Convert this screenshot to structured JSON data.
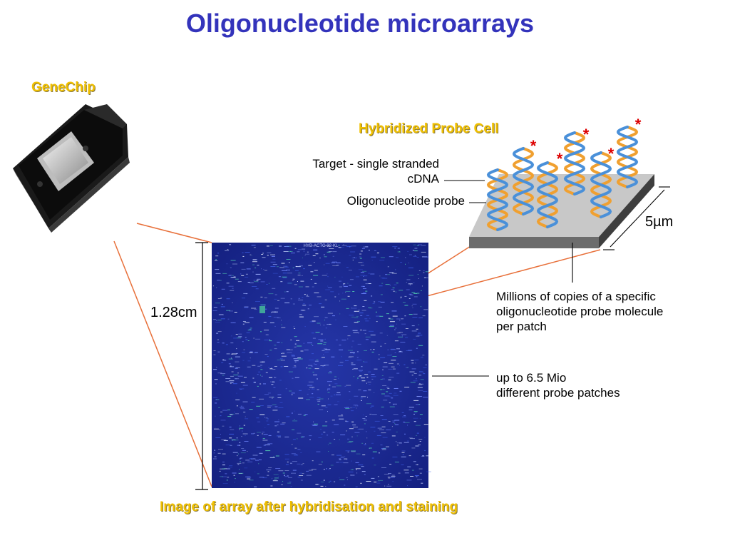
{
  "title": "Oligonucleotide microarrays",
  "genechip": {
    "label": "GeneChip"
  },
  "probe_cell": {
    "label": "Hybridized Probe Cell",
    "target_label_line1": "Target - single stranded",
    "target_label_line2": "cDNA",
    "oligo_label": "Oligonucleotide probe",
    "dimension": "5µm",
    "marker": "*"
  },
  "array_image": {
    "scale_label": "1.28cm",
    "caption": "Image of array after hybridisation and staining",
    "header_text": "HYB-ACTG 32-KL"
  },
  "annotations": {
    "millions_line1": "Millions of copies of a specific",
    "millions_line2": "oligonucleotide probe molecule",
    "millions_line3": "per patch",
    "patches_line1": "up to 6.5 Mio",
    "patches_line2": "different probe patches"
  },
  "colors": {
    "title": "#3333bb",
    "label_yellow": "#f0c000",
    "connector": "#e8703a",
    "array_blue": "#1a2a9a",
    "strand_blue": "#4a90d9",
    "strand_orange": "#f0a030",
    "marker_red": "#dd0000"
  }
}
